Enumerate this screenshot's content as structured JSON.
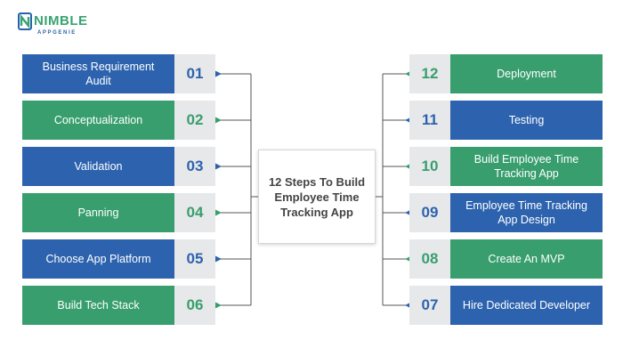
{
  "logo": {
    "word": "NIMBLE",
    "sub": "APPGENIE"
  },
  "center": {
    "title": "12 Steps To Build Employee Time Tracking App"
  },
  "left_steps": [
    {
      "num": "01",
      "label": "Business Requirement Audit",
      "color": "blue"
    },
    {
      "num": "02",
      "label": "Conceptualization",
      "color": "green"
    },
    {
      "num": "03",
      "label": "Validation",
      "color": "blue"
    },
    {
      "num": "04",
      "label": "Panning",
      "color": "green"
    },
    {
      "num": "05",
      "label": "Choose App Platform",
      "color": "blue"
    },
    {
      "num": "06",
      "label": "Build Tech Stack",
      "color": "green"
    }
  ],
  "right_steps": [
    {
      "num": "12",
      "label": "Deployment",
      "color": "green"
    },
    {
      "num": "11",
      "label": "Testing",
      "color": "blue"
    },
    {
      "num": "10",
      "label": "Build Employee Time Tracking App",
      "color": "green"
    },
    {
      "num": "09",
      "label": "Employee Time Tracking App Design",
      "color": "blue"
    },
    {
      "num": "08",
      "label": "Create An MVP",
      "color": "green"
    },
    {
      "num": "07",
      "label": "Hire Dedicated Developer",
      "color": "blue"
    }
  ],
  "colors": {
    "blue": "#2d63ae",
    "green": "#389e6e",
    "number_bg": "#e7e8ea",
    "line": "#555555"
  }
}
